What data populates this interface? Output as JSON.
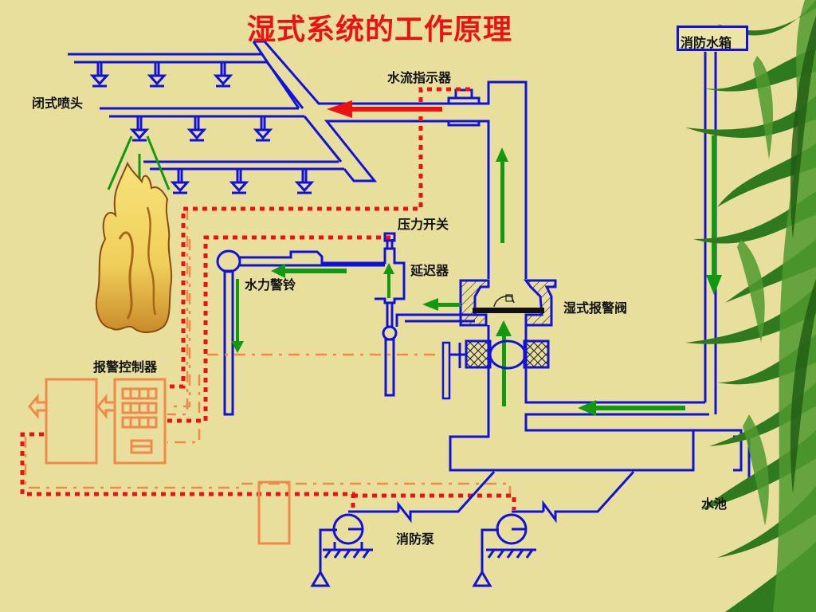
{
  "title": "湿式系统的工作原理",
  "labels": {
    "closed_sprinkler": "闭式喷头",
    "water_flow_indicator": "水流指示器",
    "pressure_switch": "压力开关",
    "delay_device": "延迟器",
    "water_motor_alarm": "水力警铃",
    "wet_alarm_valve": "湿式报警阀",
    "alarm_controller": "报警控制器",
    "fire_pump": "消防泵",
    "fire_water_tank": "消防水箱",
    "pool_partial": "水池"
  },
  "colors": {
    "background": "#e8df9c",
    "pipe": "#1010e0",
    "flow_arrow": "#119911",
    "signal_line": "#ee1111",
    "control_line": "#f08a4b",
    "title": "#ee1111"
  },
  "legend_semantics": {
    "green_arrows": "water flow direction",
    "red_dotted_lines": "alarm signal wiring",
    "orange_dashed_lines": "control wiring"
  }
}
